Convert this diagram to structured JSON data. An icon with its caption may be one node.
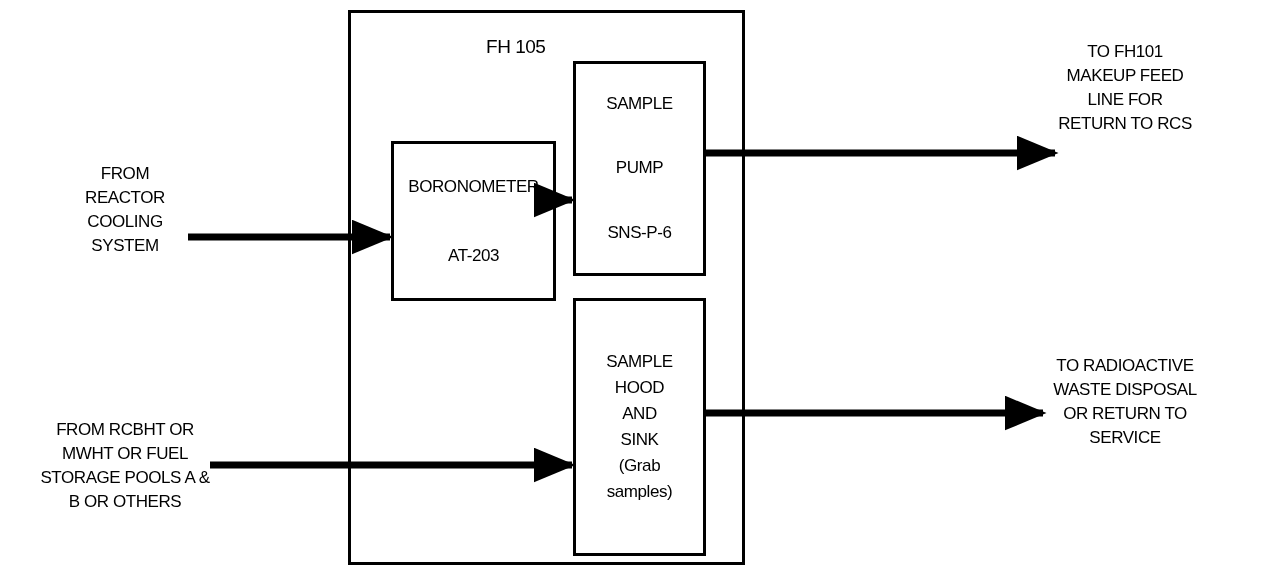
{
  "diagram": {
    "nodes": [
      {
        "text": [
          "FH 105"
        ]
      },
      {
        "text": [
          "FROM REACTOR COOLING SYSTEM"
        ]
      },
      {
        "text": [
          "BORONOMETER",
          "AT-203"
        ],
        "in": 0
      },
      {
        "text": [
          "SAMPLE",
          "PUMP",
          "SNS-P-6"
        ],
        "in": 0
      },
      {
        "text": [
          "SAMPLE HOOD AND SINK (Grab samples)"
        ],
        "in": 0
      },
      {
        "text": [
          "TO FH101 MAKEUP FEED LINE FOR RETURN TO RCS"
        ]
      },
      {
        "text": [
          "FROM RCBHT OR MWHT OR FUEL STORAGE POOLS A & B OR OTHERS"
        ]
      },
      {
        "text": [
          "TO RADIOACTIVE WASTE DISPOSAL OR RETURN TO SERVICE"
        ]
      }
    ],
    "edges": [
      {
        "from": 1,
        "to": 2,
        "arrow": "to"
      },
      {
        "from": 2,
        "to": 3,
        "arrow": "to"
      },
      {
        "from": 3,
        "to": 5,
        "arrow": "to"
      },
      {
        "from": 6,
        "to": 4,
        "arrow": "to"
      },
      {
        "from": 4,
        "to": 7,
        "arrow": "to"
      }
    ]
  }
}
